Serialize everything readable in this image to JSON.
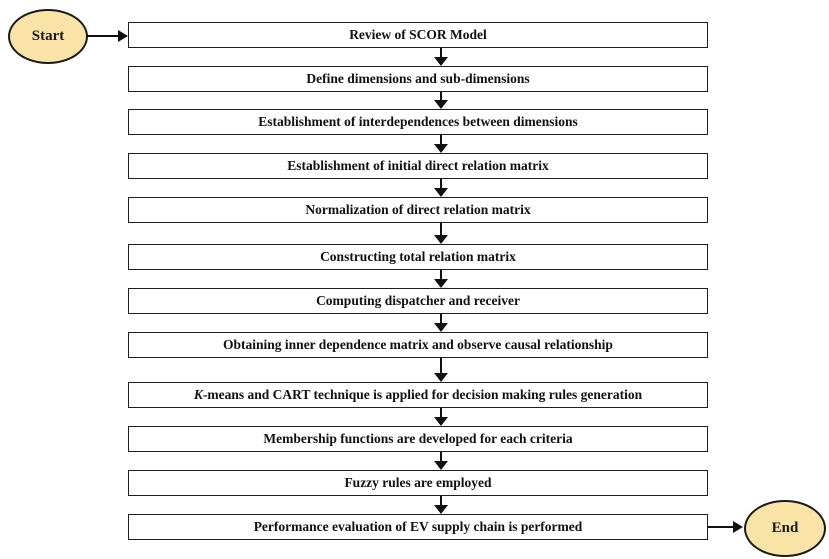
{
  "diagram": {
    "start_label": "Start",
    "end_label": "End",
    "colors": {
      "terminal_fill": "#f9e3a6",
      "terminal_border": "#1a1a1a",
      "box_border": "#1f1f1f",
      "box_fill": "#ffffff",
      "arrow": "#111111",
      "text": "#111111"
    },
    "steps": [
      {
        "label": "Review of SCOR Model"
      },
      {
        "label": "Define dimensions and sub-dimensions"
      },
      {
        "label": "Establishment of interdependences between dimensions"
      },
      {
        "label": "Establishment of initial direct relation matrix"
      },
      {
        "label": "Normalization of direct relation matrix"
      },
      {
        "label": "Constructing total relation matrix"
      },
      {
        "label": "Computing dispatcher and receiver"
      },
      {
        "label": "Obtaining inner dependence matrix and observe causal relationship"
      },
      {
        "lead_italic": "K",
        "label": "-means and CART technique is applied for decision making rules generation"
      },
      {
        "label": "Membership functions are developed for each criteria"
      },
      {
        "label": "Fuzzy rules are employed"
      },
      {
        "label": "Performance evaluation of EV supply chain is performed"
      }
    ]
  }
}
